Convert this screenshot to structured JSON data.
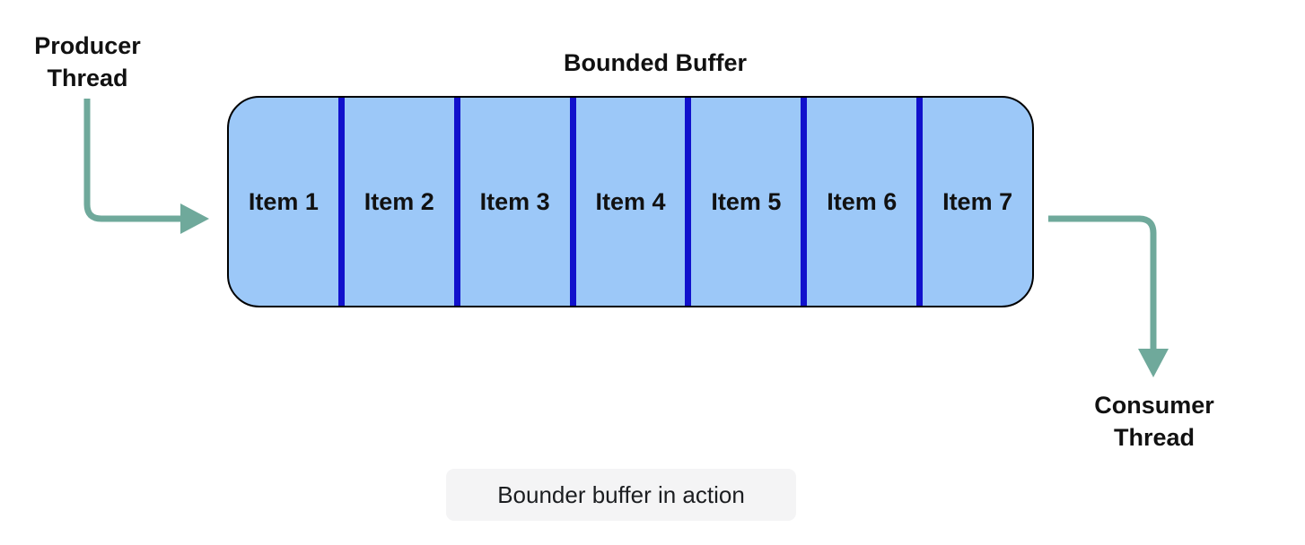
{
  "colors": {
    "text": "#111111",
    "buffer-fill": "#9cc8f8",
    "buffer-border": "#000000",
    "divider": "#1111cc",
    "arrow": "#6fa99b",
    "caption-bg": "#f4f4f5",
    "caption-text": "#1c1e21"
  },
  "producer": {
    "line1": "Producer",
    "line2": "Thread"
  },
  "consumer": {
    "line1": "Consumer",
    "line2": "Thread"
  },
  "buffer": {
    "title": "Bounded Buffer",
    "items": [
      "Item 1",
      "Item 2",
      "Item 3",
      "Item 4",
      "Item 5",
      "Item 6",
      "Item 7"
    ]
  },
  "caption": {
    "text": "Bounder buffer in action"
  }
}
